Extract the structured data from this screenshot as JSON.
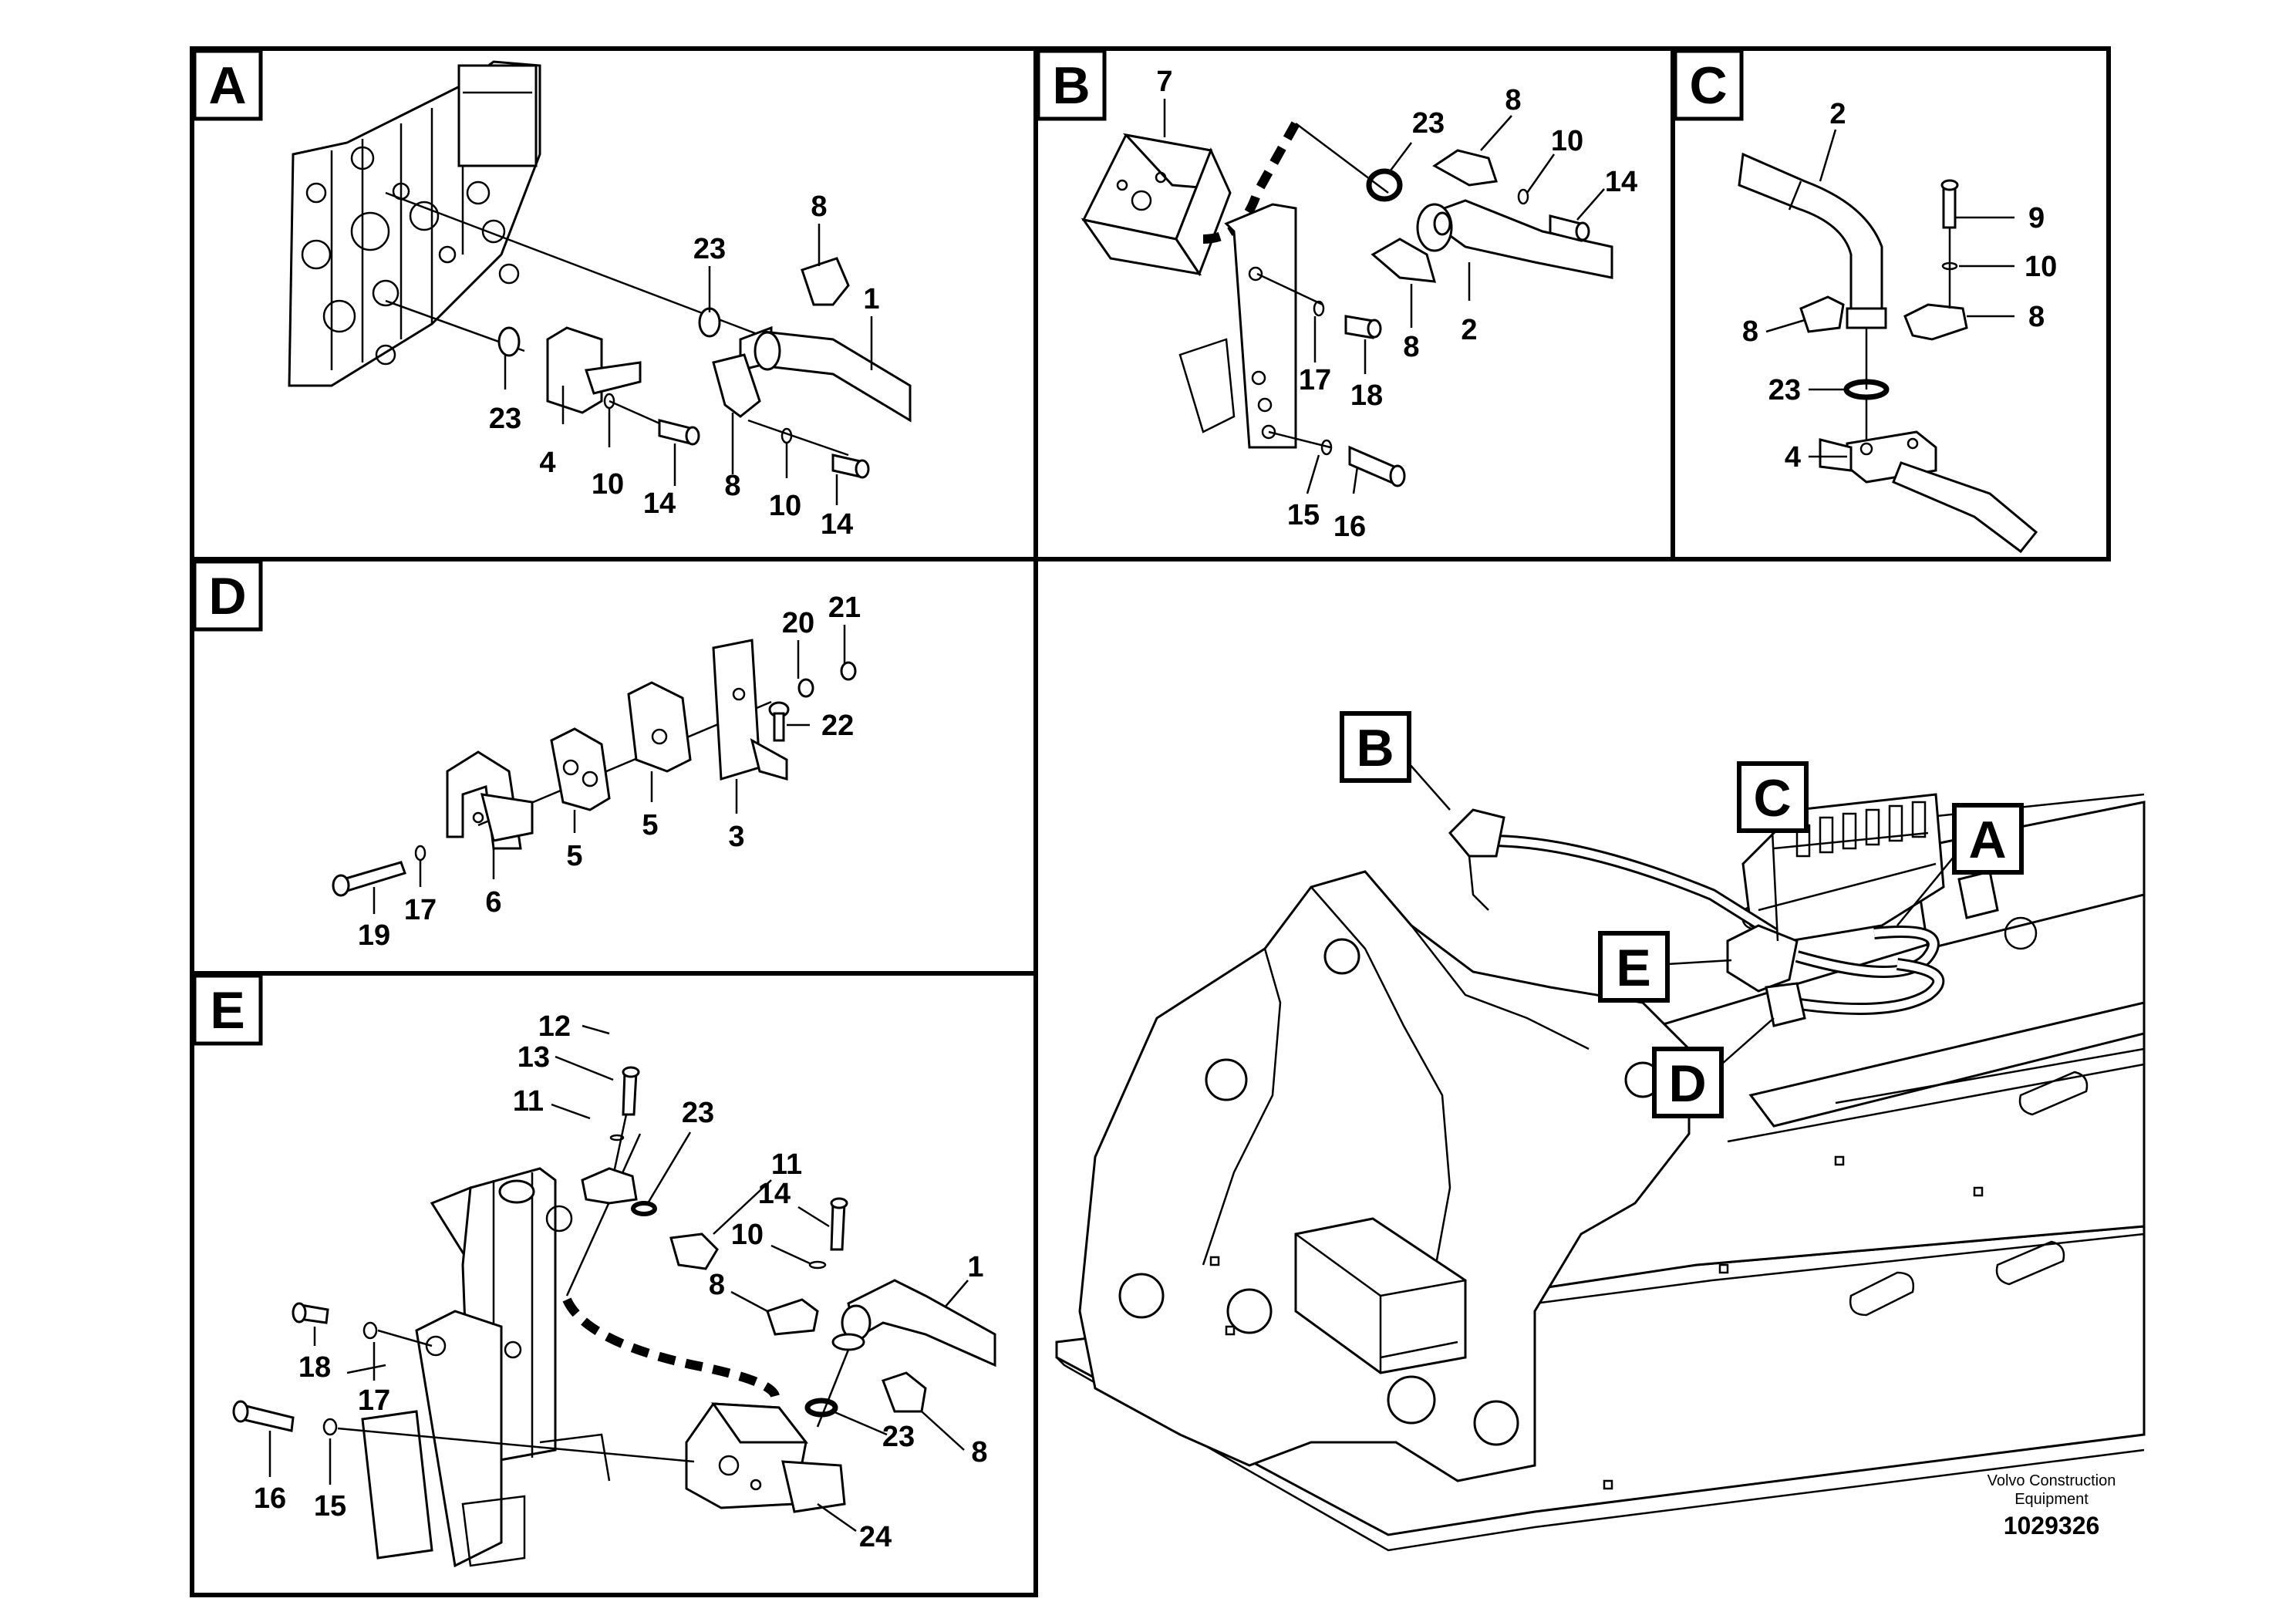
{
  "panels": {
    "A": {
      "letter": "A",
      "labels": {
        "c8": "8",
        "c23a": "23",
        "c1": "1",
        "c23b": "23",
        "c4": "4",
        "c10a": "10",
        "c14a": "14",
        "c8b": "8",
        "c10b": "10",
        "c14b": "14"
      }
    },
    "B": {
      "letter": "B",
      "labels": {
        "c7": "7",
        "c23": "23",
        "c8a": "8",
        "c10": "10",
        "c14": "14",
        "c17": "17",
        "c18": "18",
        "c8b": "8",
        "c2": "2",
        "c15": "15",
        "c16": "16"
      }
    },
    "C": {
      "letter": "C",
      "labels": {
        "c2": "2",
        "c9": "9",
        "c10": "10",
        "c8a": "8",
        "c8b": "8",
        "c23": "23",
        "c4": "4"
      }
    },
    "D": {
      "letter": "D",
      "labels": {
        "c20": "20",
        "c21": "21",
        "c22": "22",
        "c5a": "5",
        "c5b": "5",
        "c3": "3",
        "c6": "6",
        "c19": "19",
        "c17": "17"
      }
    },
    "E": {
      "letter": "E",
      "labels": {
        "c12": "12",
        "c13": "13",
        "c11a": "11",
        "c23a": "23",
        "c11b": "11",
        "c14": "14",
        "c10": "10",
        "c8a": "8",
        "c1": "1",
        "c18": "18",
        "c17": "17",
        "c16": "16",
        "c15": "15",
        "c23b": "23",
        "c8b": "8",
        "c24": "24"
      }
    }
  },
  "overview": {
    "callouts": {
      "B": "B",
      "C": "C",
      "A": "A",
      "E": "E",
      "D": "D"
    }
  },
  "footer": {
    "company_line1": "Volvo Construction",
    "company_line2": "Equipment",
    "drawing_number": "1029326"
  }
}
